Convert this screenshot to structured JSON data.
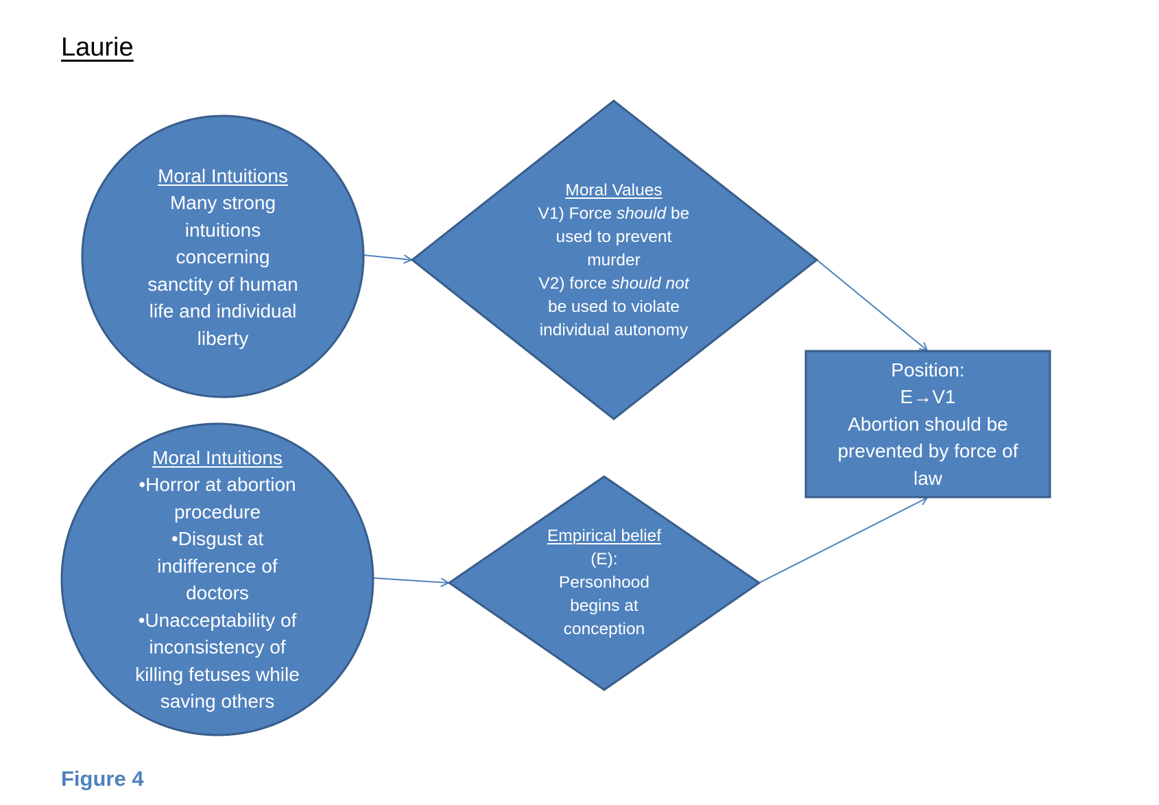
{
  "page": {
    "title": "Laurie",
    "caption": "Figure 4"
  },
  "colors": {
    "shape_fill": "#4f81bd",
    "shape_stroke": "#385d8a",
    "connector": "#4f81bd",
    "text_on_shape": "#ffffff",
    "caption": "#4f81bd"
  },
  "nodes": {
    "intuitions_top": {
      "shape": "circle",
      "heading": "Moral Intuitions",
      "lines": [
        "Many strong",
        "intuitions",
        "concerning",
        "sanctity of human",
        "life and individual",
        "liberty"
      ]
    },
    "moral_values": {
      "shape": "diamond",
      "heading": "Moral Values",
      "v1_prefix": "V1) Force ",
      "v1_emph": "should",
      "v1_suffix": " be",
      "v1_lines": [
        "used to prevent",
        "murder"
      ],
      "v2_prefix": "V2) force ",
      "v2_emph": "should not",
      "v2_lines": [
        "be used to violate",
        "individual autonomy"
      ]
    },
    "position": {
      "shape": "rectangle",
      "lines": [
        "Position:",
        "E→V1",
        "Abortion should be",
        "prevented by force of",
        "law"
      ]
    },
    "intuitions_bottom": {
      "shape": "circle",
      "heading": "Moral Intuitions",
      "lines": [
        "•Horror at abortion",
        "procedure",
        "•Disgust at",
        "indifference of",
        "doctors",
        "•Unacceptability of",
        "inconsistency of",
        "killing fetuses while",
        "saving others"
      ]
    },
    "empirical_belief": {
      "shape": "diamond",
      "heading": "Empirical belief",
      "lines": [
        "(E):",
        "Personhood",
        "begins at",
        "conception"
      ]
    }
  },
  "edges": [
    {
      "from": "intuitions_top",
      "to": "moral_values"
    },
    {
      "from": "moral_values",
      "to": "position"
    },
    {
      "from": "intuitions_bottom",
      "to": "empirical_belief"
    },
    {
      "from": "empirical_belief",
      "to": "position"
    }
  ]
}
